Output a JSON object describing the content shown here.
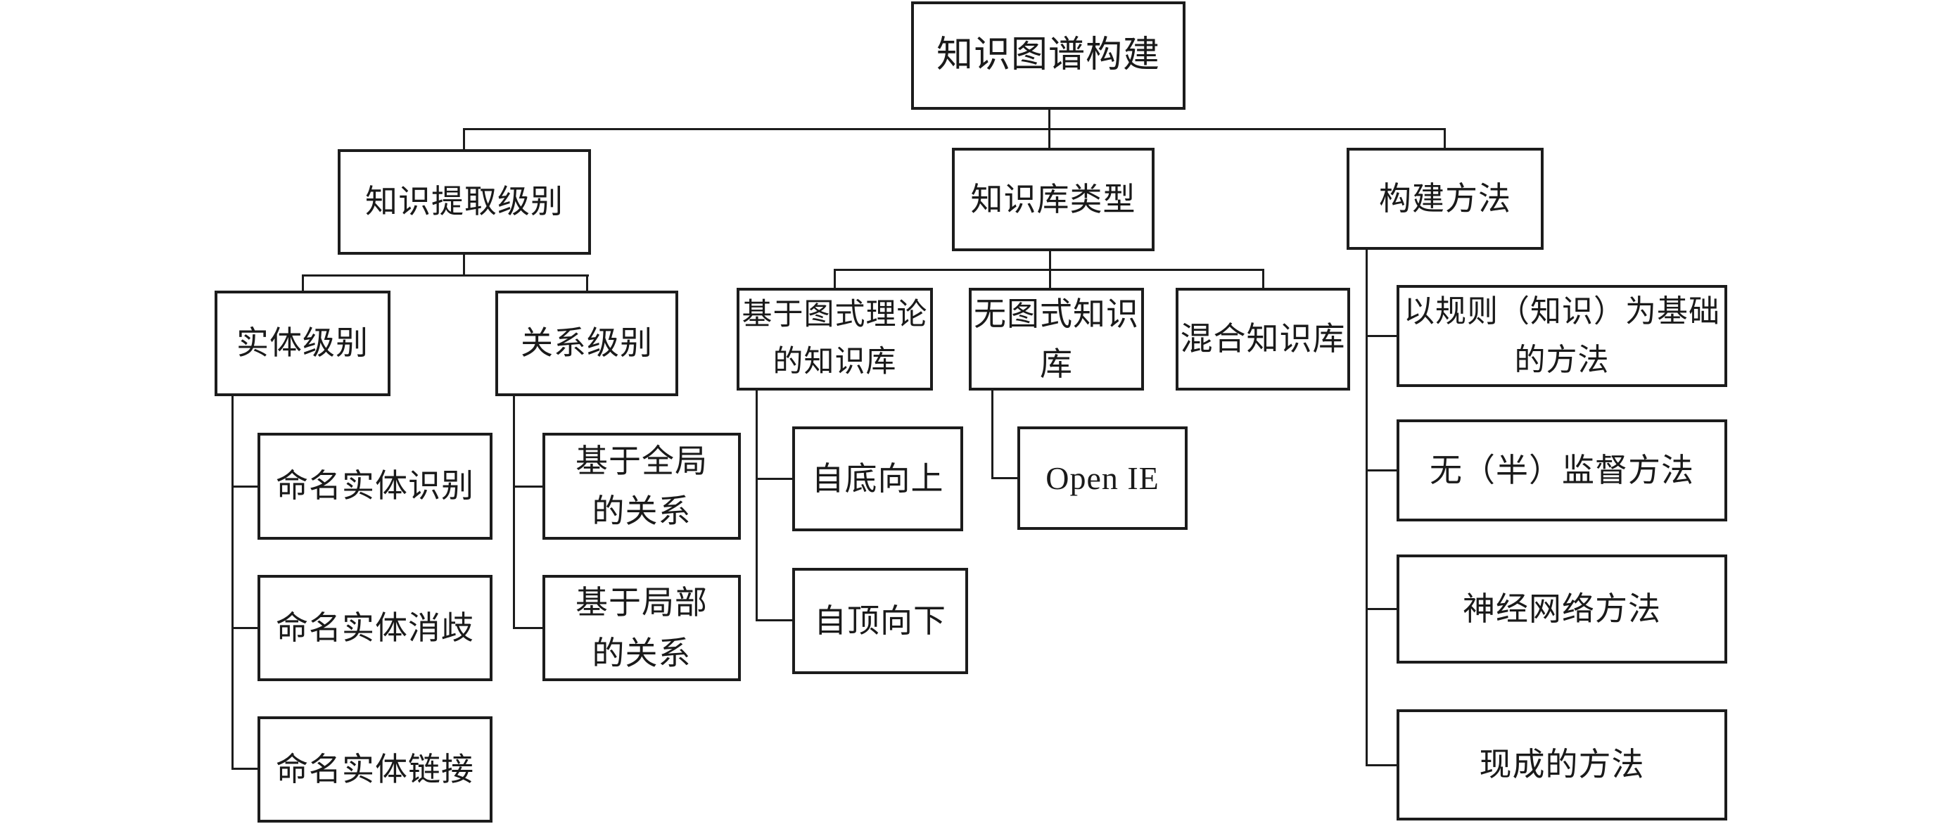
{
  "diagram": {
    "colors": {
      "line": "#1c1c1c",
      "border": "#1c1c1c",
      "box_bg": "#ffffff",
      "text": "#1a1a1a",
      "page_bg": "#ffffff"
    },
    "root": {
      "label": "知识图谱构建"
    },
    "branches": [
      {
        "label": "知识提取级别",
        "children": [
          {
            "label": "实体级别",
            "children": [
              {
                "label": "命名实体识别"
              },
              {
                "label": "命名实体消歧"
              },
              {
                "label": "命名实体链接"
              }
            ]
          },
          {
            "label": "关系级别",
            "children": [
              {
                "label": "基于全局\n的关系"
              },
              {
                "label": "基于局部\n的关系"
              }
            ]
          }
        ]
      },
      {
        "label": "知识库类型",
        "children": [
          {
            "label": "基于图式理论\n的知识库",
            "children": [
              {
                "label": "自底向上"
              },
              {
                "label": "自顶向下"
              }
            ]
          },
          {
            "label": "无图式知识\n库",
            "children": [
              {
                "label": "Open IE"
              }
            ]
          },
          {
            "label": "混合知识库",
            "children": []
          }
        ]
      },
      {
        "label": "构建方法",
        "children": [
          {
            "label": "以规则（知识）为基础\n的方法"
          },
          {
            "label": "无（半）监督方法"
          },
          {
            "label": "神经网络方法"
          },
          {
            "label": "现成的方法"
          }
        ]
      }
    ]
  }
}
